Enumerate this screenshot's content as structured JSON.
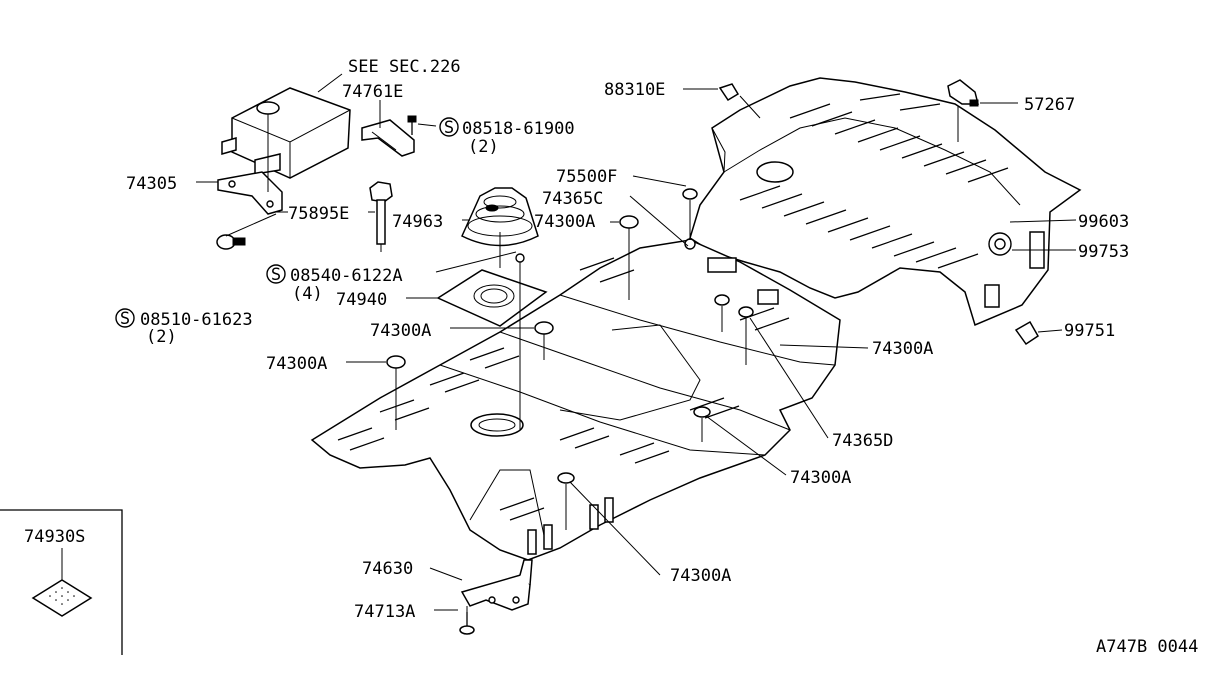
{
  "diagram_id": "A747B 0044",
  "inset_label": "74930S",
  "labels": {
    "see_sec": "SEE SEC.226",
    "p74761E": "74761E",
    "p08518": "08518-61900",
    "p08518_qty": "(2)",
    "p88310E": "88310E",
    "p57267": "57267",
    "p75500F": "75500F",
    "p74365C": "74365C",
    "p74305": "74305",
    "p75895E": "75895E",
    "p74963": "74963",
    "p74300A_top": "74300A",
    "p99603": "99603",
    "p99753": "99753",
    "p08540": "08540-6122A",
    "p08540_qty": "(4)",
    "p74940": "74940",
    "p08510": "08510-61623",
    "p08510_qty": "(2)",
    "p74300A_mid": "74300A",
    "p99751": "99751",
    "p74300A_right": "74300A",
    "p74300A_left": "74300A",
    "p74365D": "74365D",
    "p74300A_low": "74300A",
    "p74630": "74630",
    "p74300A_bottom": "74300A",
    "p74713A": "74713A",
    "s_symbol": "S"
  }
}
